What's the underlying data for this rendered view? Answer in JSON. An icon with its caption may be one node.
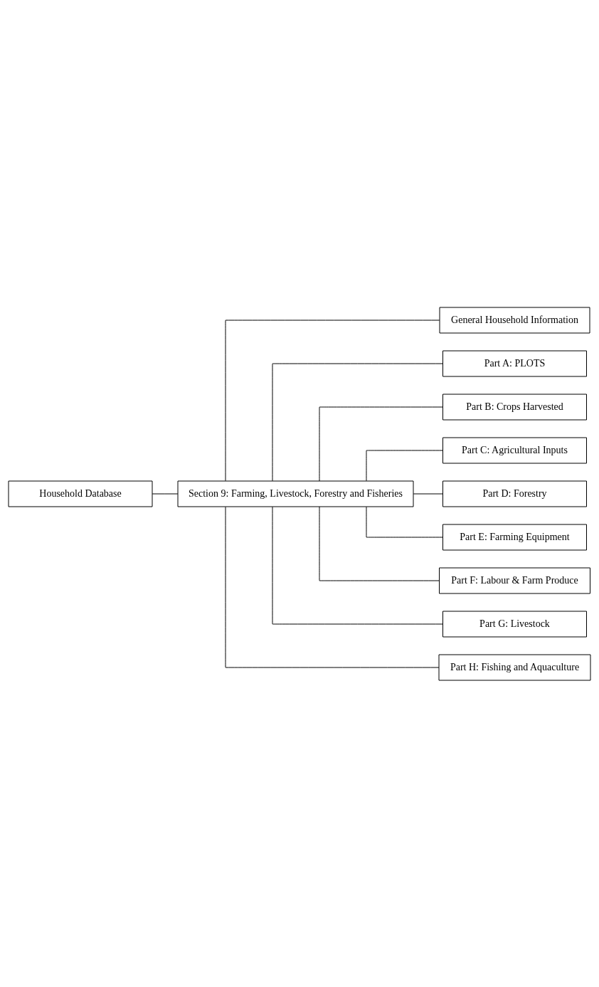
{
  "diagram": {
    "nodes": [
      {
        "text": [
          "Household Database"
        ]
      },
      {
        "text": [
          "Section 9: Farming, Livestock, Forestry and Fisheries"
        ]
      },
      {
        "text": [
          "General Household Information"
        ]
      },
      {
        "text": [
          "Part A: PLOTS"
        ]
      },
      {
        "text": [
          "Part B: Crops Harvested"
        ]
      },
      {
        "text": [
          "Part C: Agricultural Inputs"
        ]
      },
      {
        "text": [
          "Part D: Forestry"
        ]
      },
      {
        "text": [
          "Part E: Farming Equipment"
        ]
      },
      {
        "text": [
          "Part F: Labour & Farm Produce"
        ]
      },
      {
        "text": [
          "Part G: Livestock"
        ]
      },
      {
        "text": [
          "Part H: Fishing and Aquaculture"
        ]
      }
    ],
    "edges": [
      {
        "from": 0,
        "to": 1,
        "arrow": "none"
      },
      {
        "from": 1,
        "to": 2,
        "arrow": "none"
      },
      {
        "from": 1,
        "to": 3,
        "arrow": "none"
      },
      {
        "from": 1,
        "to": 4,
        "arrow": "none"
      },
      {
        "from": 1,
        "to": 5,
        "arrow": "none"
      },
      {
        "from": 1,
        "to": 6,
        "arrow": "none"
      },
      {
        "from": 1,
        "to": 7,
        "arrow": "none"
      },
      {
        "from": 1,
        "to": 8,
        "arrow": "none"
      },
      {
        "from": 1,
        "to": 9,
        "arrow": "none"
      },
      {
        "from": 1,
        "to": 10,
        "arrow": "none"
      }
    ]
  }
}
